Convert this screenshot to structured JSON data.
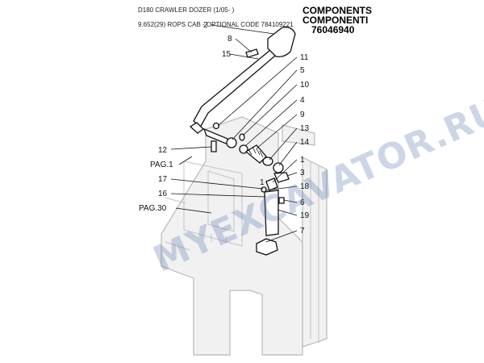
{
  "header": {
    "model": "D180 CRAWLER DOZER (1/05- )",
    "section": "9.652(29) ROPS CAB - OPTIONAL CODE 784109221"
  },
  "components": {
    "line1": "COMPONENTS",
    "line2": "COMPONENTI",
    "code": "76046940"
  },
  "callouts": [
    "2",
    "8",
    "15",
    "11",
    "5",
    "10",
    "4",
    "9",
    "13",
    "14",
    "12",
    "PAG.1",
    "1",
    "3",
    "17",
    "1",
    "18",
    "16",
    "6",
    "PAG.30",
    "19",
    "7"
  ],
  "watermark": "MYEXCAVATOR.RU"
}
